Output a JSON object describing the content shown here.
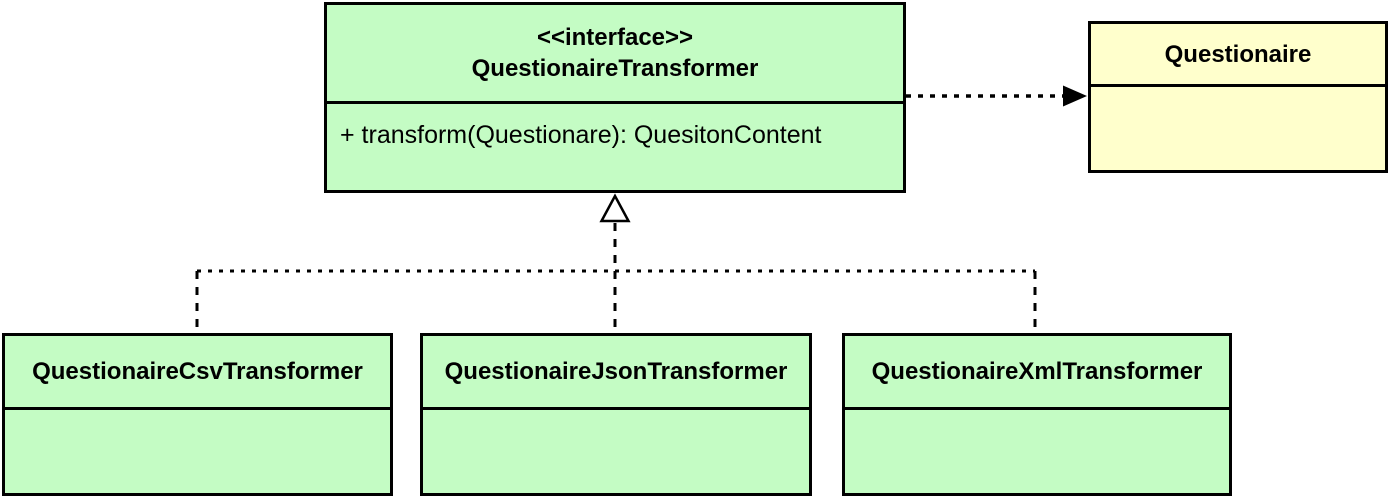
{
  "interface": {
    "stereotype": "<<interface>>",
    "name": "QuestionaireTransformer",
    "method": "+ transform(Questionare): QuesitonContent"
  },
  "reference_class": {
    "name": "Questionaire"
  },
  "implementations": [
    {
      "name": "QuestionaireCsvTransformer"
    },
    {
      "name": "QuestionaireJsonTransformer"
    },
    {
      "name": "QuestionaireXmlTransformer"
    }
  ],
  "icons": {
    "realization_arrowhead": "hollow-triangle-up",
    "dependency_arrowhead": "filled-arrow-right"
  },
  "colors": {
    "class_fill": "#c4fcc4",
    "ref_fill": "#ffffcc",
    "line": "#000000"
  }
}
